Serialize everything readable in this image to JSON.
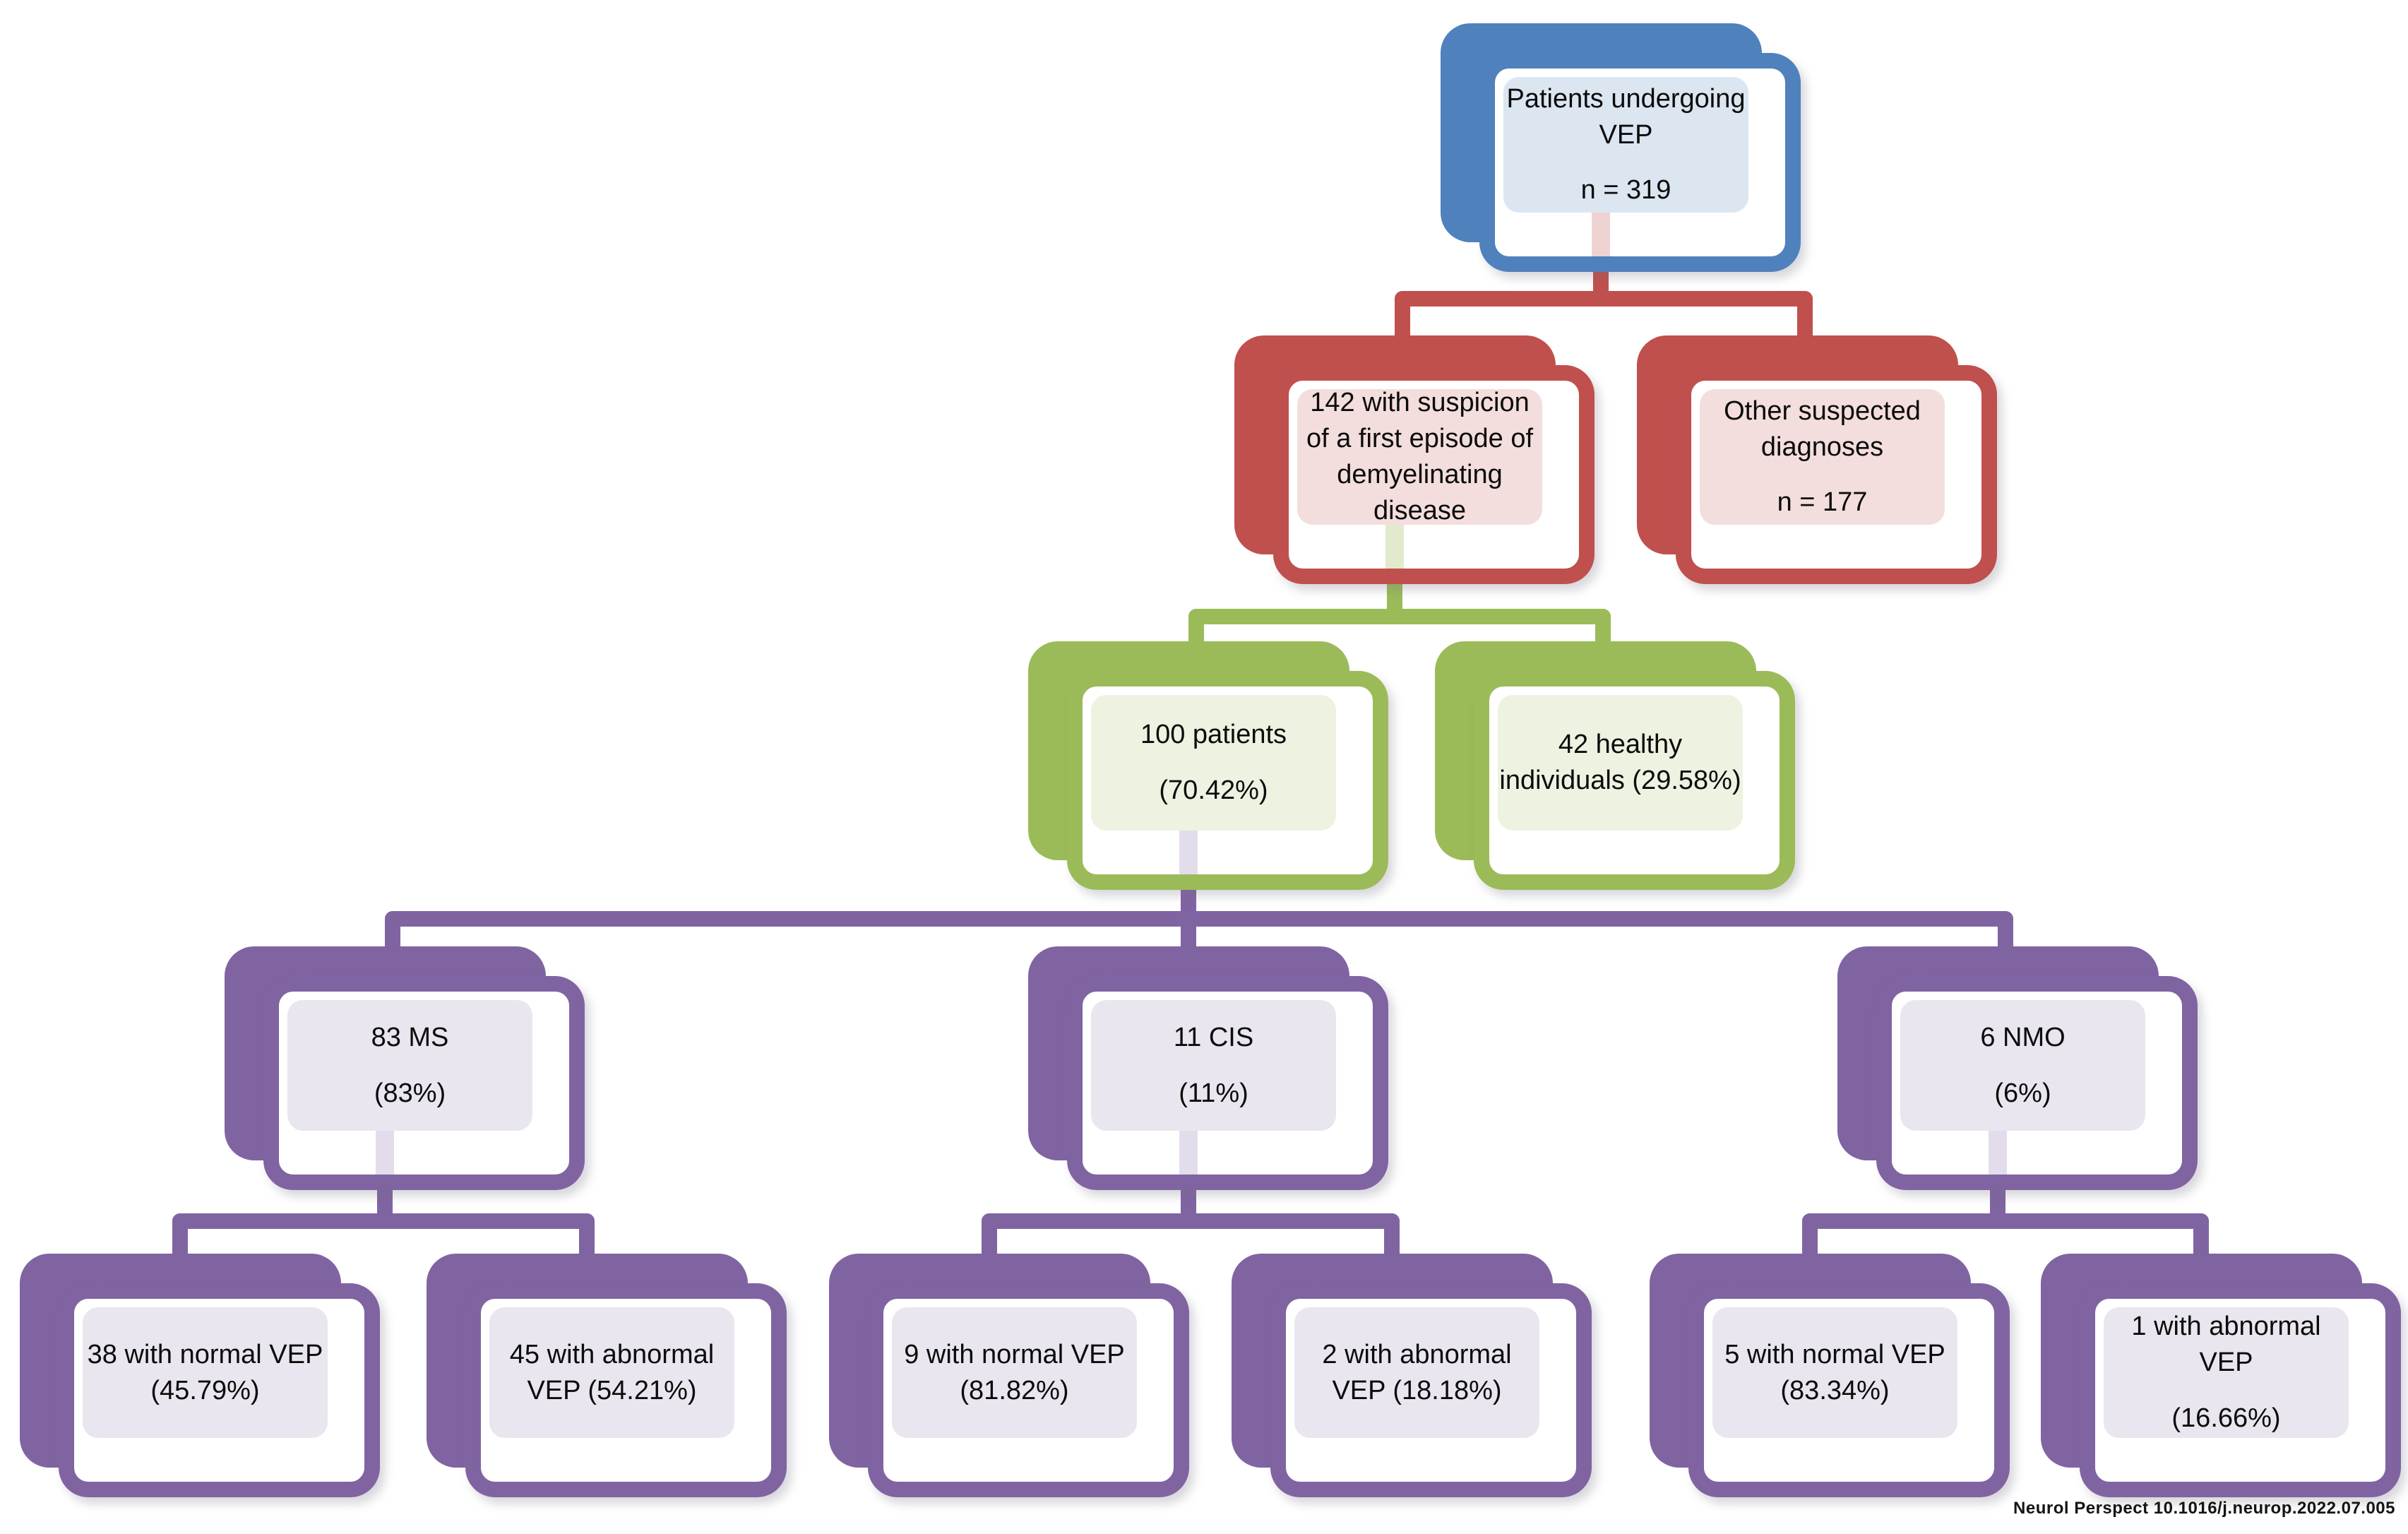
{
  "colors": {
    "blue": "#4f81bd",
    "blue_fill": "#dce6f1",
    "red": "#c0504d",
    "red_fill": "#f3dedd",
    "green": "#9bbb59",
    "green_fill": "#edf2e1",
    "purple": "#8064a2",
    "purple_fill": "#e9e6ef"
  },
  "nodes": {
    "root": {
      "line1": "Patients undergoing VEP",
      "line2": "n = 319"
    },
    "suspicion": {
      "line1": "142 with suspicion of a first episode of demyelinating disease",
      "line2": ""
    },
    "other": {
      "line1": "Other suspected diagnoses",
      "line2": "n = 177"
    },
    "patients": {
      "line1": "100 patients",
      "line2": "(70.42%)"
    },
    "healthy": {
      "line1": "42 healthy individuals (29.58%)",
      "line2": ""
    },
    "ms": {
      "line1": "83 MS",
      "line2": "(83%)"
    },
    "cis": {
      "line1": "11 CIS",
      "line2": "(11%)"
    },
    "nmo": {
      "line1": "6 NMO",
      "line2": "(6%)"
    },
    "ms_normal": {
      "line1": "38 with normal VEP (45.79%)",
      "line2": ""
    },
    "ms_abnormal": {
      "line1": "45 with abnormal VEP (54.21%)",
      "line2": ""
    },
    "cis_normal": {
      "line1": "9 with normal VEP (81.82%)",
      "line2": ""
    },
    "cis_abnormal": {
      "line1": "2 with abnormal VEP (18.18%)",
      "line2": ""
    },
    "nmo_normal": {
      "line1": "5 with normal VEP (83.34%)",
      "line2": ""
    },
    "nmo_abnormal": {
      "line1": "1 with abnormal VEP",
      "line2": "(16.66%)"
    }
  },
  "footer": {
    "text": "Neurol Perspect 10.1016/j.neurop.2022.07.005"
  }
}
